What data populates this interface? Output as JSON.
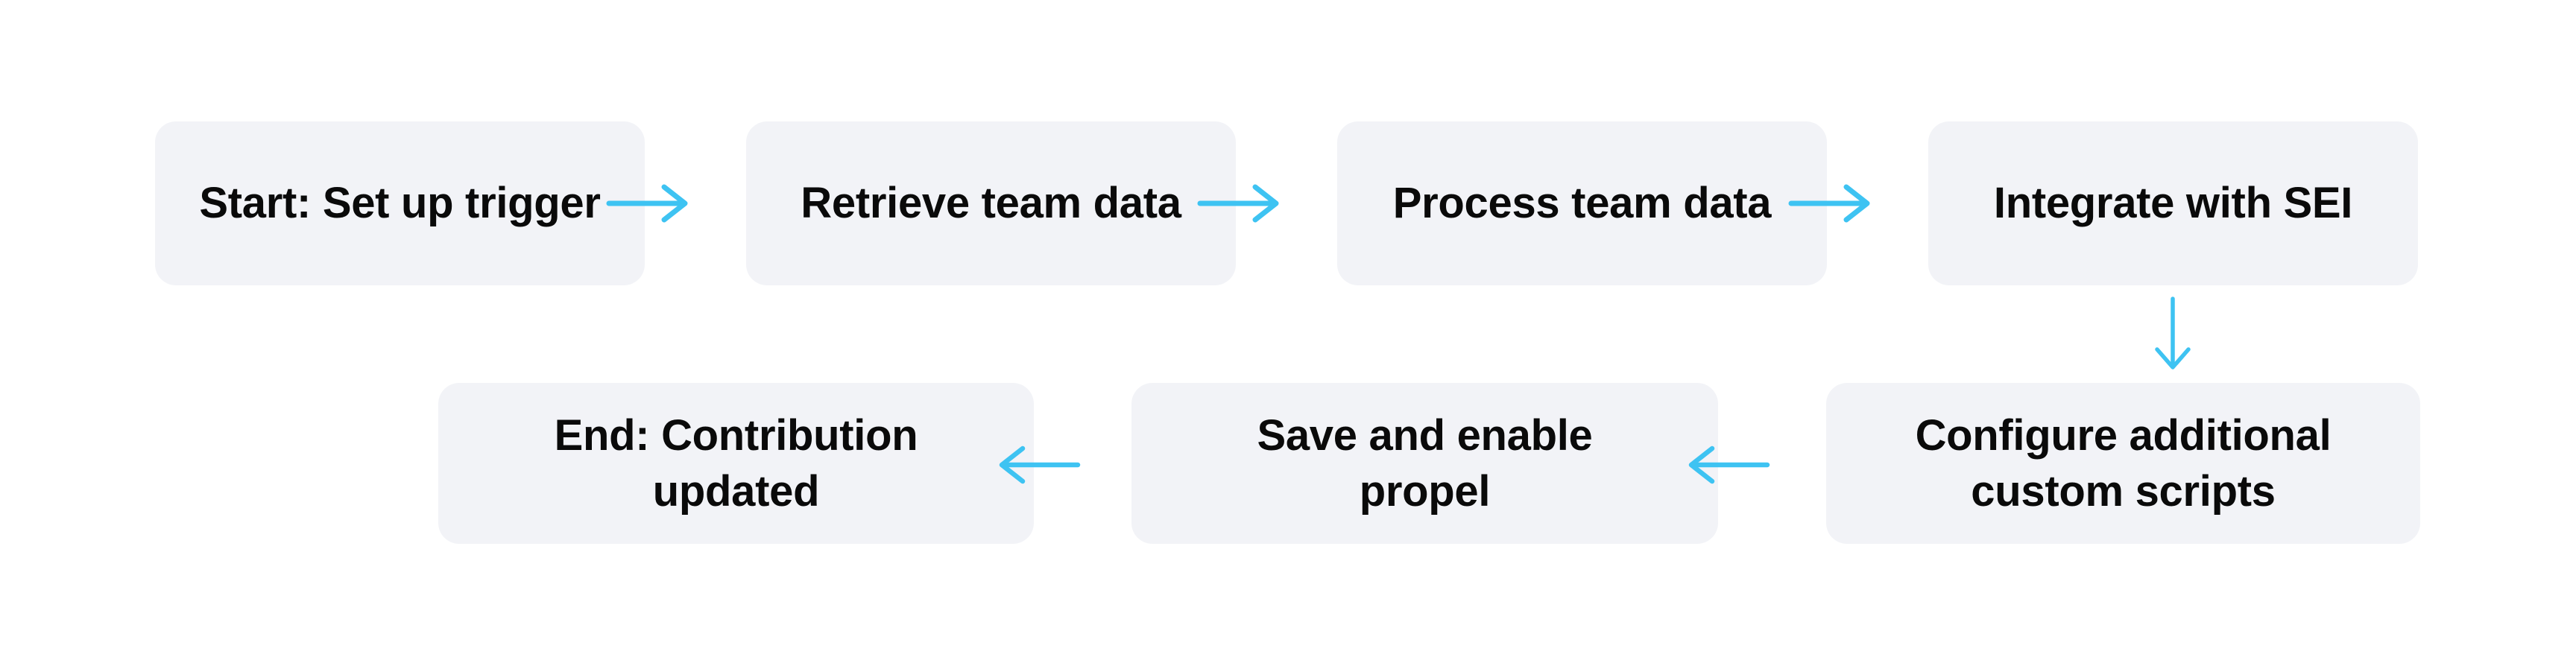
{
  "theme": {
    "background": "#ffffff",
    "node_fill": "#f2f3f7",
    "node_text_color": "#0a0a0a",
    "arrow_color": "#3ec3f2"
  },
  "flowchart": {
    "type": "flowchart",
    "layout": "two rows: top row flows left-to-right, then down, bottom row flows right-to-left",
    "nodes": [
      {
        "id": "start",
        "label": "Start: Set up trigger"
      },
      {
        "id": "retrieve-team-data",
        "label": "Retrieve team data"
      },
      {
        "id": "process-team-data",
        "label": "Process team data"
      },
      {
        "id": "integrate-with-sei",
        "label": "Integrate with SEI"
      },
      {
        "id": "configure-custom-scripts",
        "label": "Configure additional\ncustom scripts"
      },
      {
        "id": "save-and-enable-propel",
        "label": "Save and enable\npropel"
      },
      {
        "id": "end",
        "label": "End: Contribution\nupdated"
      }
    ],
    "edges": [
      {
        "from": "start",
        "to": "retrieve-team-data",
        "direction": "right"
      },
      {
        "from": "retrieve-team-data",
        "to": "process-team-data",
        "direction": "right"
      },
      {
        "from": "process-team-data",
        "to": "integrate-with-sei",
        "direction": "right"
      },
      {
        "from": "integrate-with-sei",
        "to": "configure-custom-scripts",
        "direction": "down"
      },
      {
        "from": "configure-custom-scripts",
        "to": "save-and-enable-propel",
        "direction": "left"
      },
      {
        "from": "save-and-enable-propel",
        "to": "end",
        "direction": "left"
      }
    ]
  }
}
